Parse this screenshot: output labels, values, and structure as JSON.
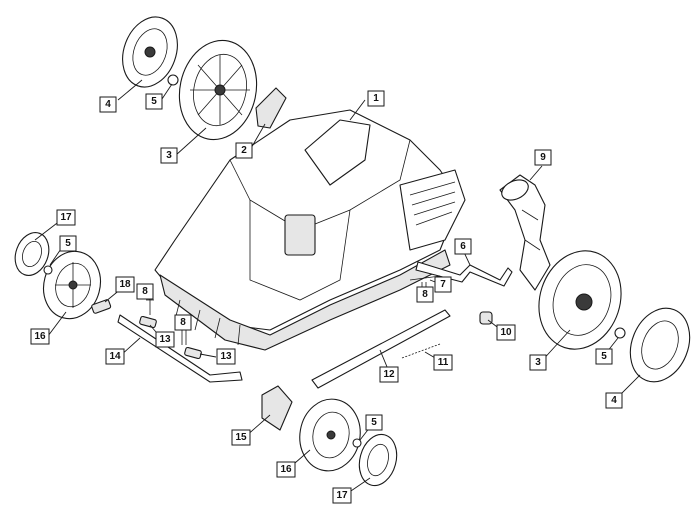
{
  "labels": [
    "1",
    "2",
    "3",
    "4",
    "5",
    "5",
    "3",
    "4",
    "5",
    "6",
    "7",
    "8",
    "8",
    "8",
    "9",
    "10",
    "11",
    "12",
    "13",
    "13",
    "14",
    "15",
    "16",
    "17",
    "17",
    "18",
    "5",
    "16"
  ]
}
